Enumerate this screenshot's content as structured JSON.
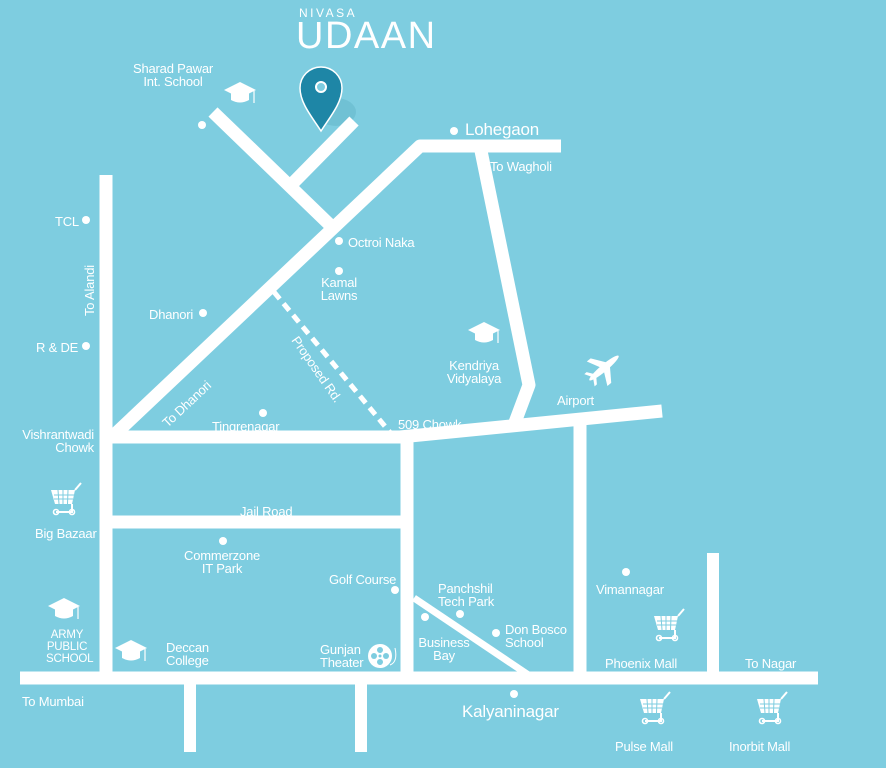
{
  "brand": {
    "subtitle": "NIVASA",
    "title": "UDAAN"
  },
  "colors": {
    "background": "#7ecde0",
    "road": "#ffffff",
    "pin": "#1e86a6",
    "text": "#ffffff"
  },
  "places": {
    "sharad_pawar": [
      "Sharad Pawar",
      "Int. School"
    ],
    "lohegaon": "Lohegaon",
    "to_wagholi": "To Wagholi",
    "tcl": "TCL",
    "to_alandi": "To Alandi",
    "octroi_naka": "Octroi Naka",
    "kamal_lawns": [
      "Kamal",
      "Lawns"
    ],
    "dhanori": "Dhanori",
    "r_and_de": "R & DE",
    "proposed_rd": "Proposed Rd.",
    "kendriya_vidyalaya": [
      "Kendriya",
      "Vidyalaya"
    ],
    "airport": "Airport",
    "to_dhanori": "To Dhanori",
    "vishrantwadi_chowk": [
      "Vishrantwadi",
      "Chowk"
    ],
    "tingrenagar": "Tingrenagar",
    "chowk_509": "509 Chowk",
    "big_bazaar": "Big Bazaar",
    "jail_road": "Jail Road",
    "commerzone": [
      "Commerzone",
      "IT Park"
    ],
    "golf_course": "Golf Course",
    "panchshil": [
      "Panchshil",
      "Tech Park"
    ],
    "vimannagar": "Vimannagar",
    "army_public_school": [
      "ARMY",
      "PUBLIC",
      "SCHOOL"
    ],
    "deccan_college": [
      "Deccan",
      "College"
    ],
    "gunjan_theater": [
      "Gunjan",
      "Theater"
    ],
    "business_bay": [
      "Business",
      "Bay"
    ],
    "don_bosco": [
      "Don Bosco",
      "School"
    ],
    "phoenix_mall": "Phoenix Mall",
    "to_nagar": "To Nagar",
    "to_mumbai": "To Mumbai",
    "kalyaninagar": "Kalyaninagar",
    "pulse_mall": "Pulse Mall",
    "inorbit_mall": "Inorbit Mall"
  },
  "icons": {
    "project_pin": "map-pin-icon",
    "school": "graduation-cap-icon",
    "mall": "shopping-cart-icon",
    "airport": "airplane-icon",
    "theater": "film-reel-icon"
  }
}
